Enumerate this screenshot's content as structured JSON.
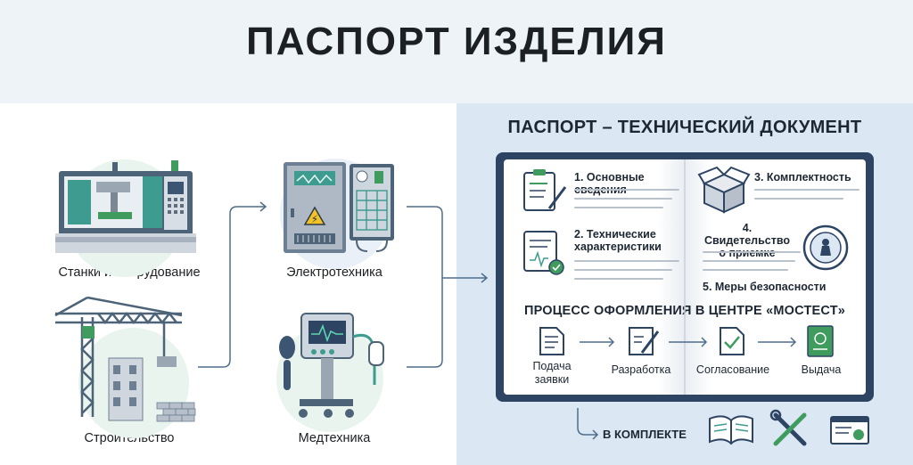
{
  "title": "ПАСПОРТ ИЗДЕЛИЯ",
  "categories": {
    "machines": "Станки и оборудование",
    "electrical": "Электротехника",
    "construction": "Строительство",
    "medical": "Медтехника"
  },
  "document": {
    "title": "ПАСПОРТ – ТЕХНИЧЕСКИЙ ДОКУМЕНТ",
    "sections": {
      "s1": "1. Основные сведения",
      "s2": "2. Технические характеристики",
      "s3": "3. Комплектность",
      "s4": "4. Свидетельство о приемке",
      "s5": "5. Меры безопасности"
    }
  },
  "process": {
    "title": "ПРОЦЕСС ОФОРМЛЕНИЯ В ЦЕНТРЕ «МОСТЕСТ»",
    "steps": [
      "Подача заявки",
      "Разработка",
      "Согласование",
      "Выдача"
    ]
  },
  "bundle": {
    "label": "В КОМПЛЕКТЕ"
  },
  "colors": {
    "dark_blue": "#2d4463",
    "green": "#3a8f5c",
    "teal": "#3f9c92",
    "panel_blue": "#dbe8f4"
  }
}
